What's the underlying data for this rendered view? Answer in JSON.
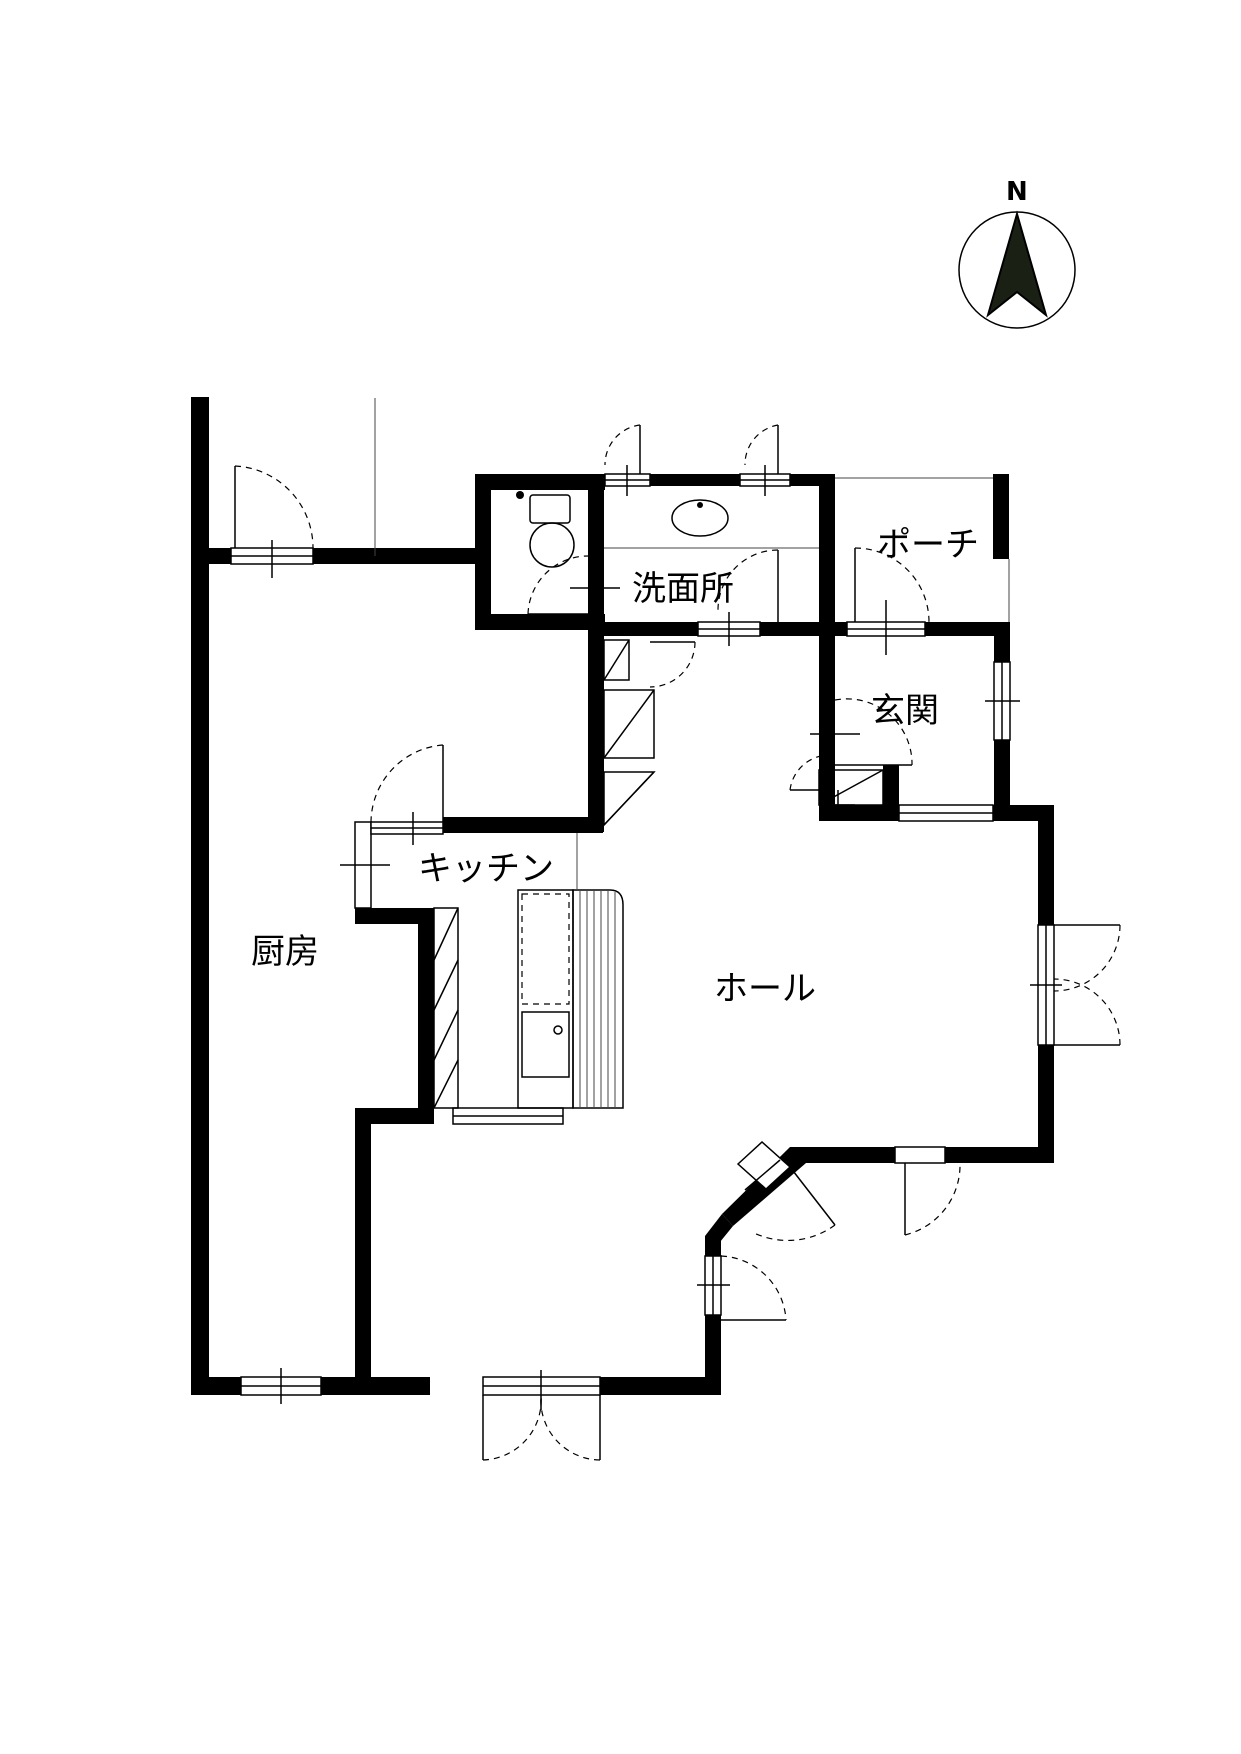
{
  "compass": {
    "label": "N"
  },
  "rooms": {
    "washroom": "洗面所",
    "porch": "ポーチ",
    "entrance": "玄関",
    "kitchen": "キッチン",
    "back_kitchen": "厨房",
    "hall": "ホール"
  }
}
